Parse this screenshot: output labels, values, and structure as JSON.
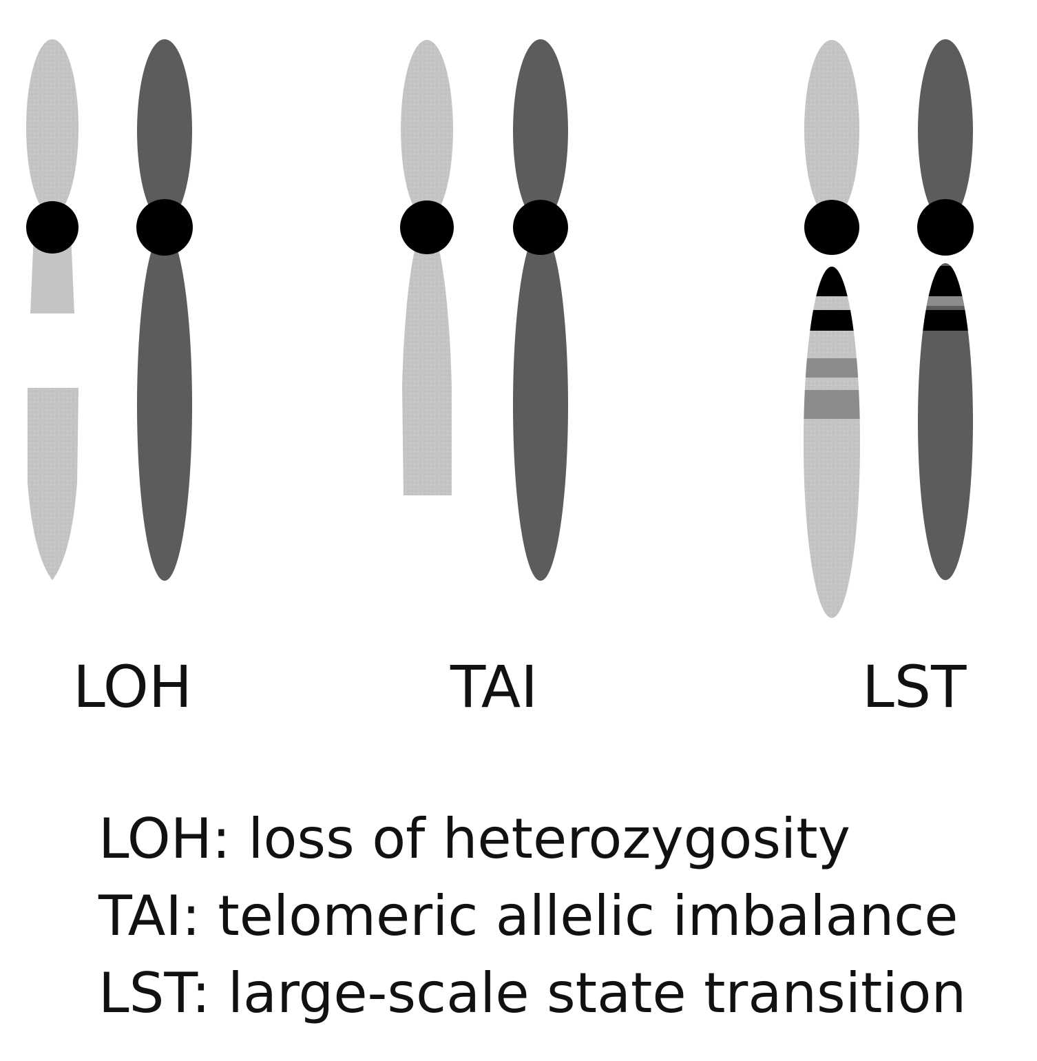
{
  "colors": {
    "light_chromosome": "#c4c4c4",
    "dark_chromosome": "#5c5c5c",
    "centromere": "#000000",
    "segment_black": "#000000",
    "segment_mid": "#8c8c8c",
    "text": "#111111"
  },
  "panels": [
    {
      "label": "LOH"
    },
    {
      "label": "TAI"
    },
    {
      "label": "LST"
    }
  ],
  "legend": [
    "LOH: loss of heterozygosity",
    "TAI: telomeric allelic imbalance",
    "LST: large-scale state transition"
  ]
}
